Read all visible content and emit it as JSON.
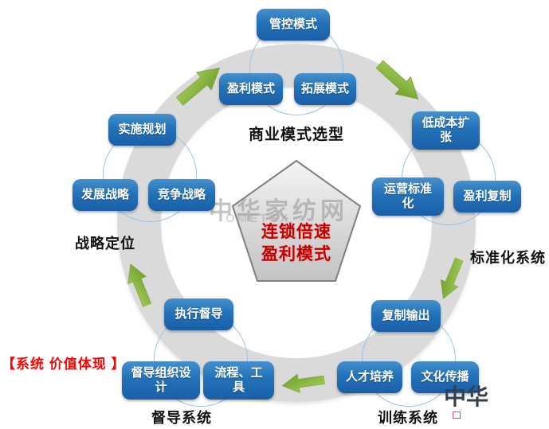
{
  "diagram": {
    "title_center": {
      "line1": "连锁倍速",
      "line2": "盈利模式",
      "combined": "连锁倍速\n盈利模式"
    },
    "value_note": "【系统 价值体现 】",
    "watermark": {
      "center_text": "中华家纺网",
      "center_sub": "OMETEX",
      "corner_text": "中华"
    },
    "marker": {
      "pink_square": "pink-outline-square"
    },
    "clusters": [
      {
        "id": "business-model",
        "label": "商业模式选型",
        "boxes": [
          "管控模式",
          "盈利模式",
          "拓展模式"
        ]
      },
      {
        "id": "standardization",
        "label": "标准化系统",
        "boxes": [
          "低成本扩\n张",
          "运营标准\n化",
          "盈利复制"
        ]
      },
      {
        "id": "training",
        "label": "训练系统",
        "boxes": [
          "复制输出",
          "人才培养",
          "文化传播"
        ]
      },
      {
        "id": "supervision",
        "label": "督导系统",
        "boxes": [
          "执行督导",
          "督导组织设\n计",
          "流程、工\n具"
        ]
      },
      {
        "id": "strategy",
        "label": "战略定位",
        "boxes": [
          "实施规划",
          "发展战略",
          "竞争战略"
        ]
      }
    ],
    "arrows": [
      {
        "id": "strategy-to-business",
        "direction": "up-right"
      },
      {
        "id": "business-to-standardization",
        "direction": "down-right"
      },
      {
        "id": "standardization-to-training",
        "direction": "down-left"
      },
      {
        "id": "training-to-supervision",
        "direction": "left"
      },
      {
        "id": "supervision-to-strategy",
        "direction": "up"
      }
    ],
    "colors": {
      "node_blue": "#2372b8",
      "arrow_green": "#8cc63f",
      "ring_gray": "#dadada",
      "pentagon_fill": "#d9d9d9",
      "pentagon_text_red": "#c00000",
      "note_red": "#ff0000",
      "marker_pink": "#e0418c",
      "cluster_circle_blue": "#9dc3e6"
    }
  }
}
